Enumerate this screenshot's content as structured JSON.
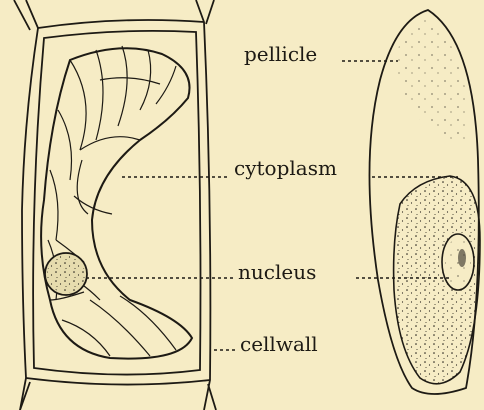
{
  "labels": {
    "pellicle": "pellicle",
    "cytoplasm": "cytoplasm",
    "nucleus": "nucleus",
    "cell_wall": "cellwall"
  },
  "colors": {
    "background": "#f6ecc5",
    "ink": "#1d1a14"
  }
}
